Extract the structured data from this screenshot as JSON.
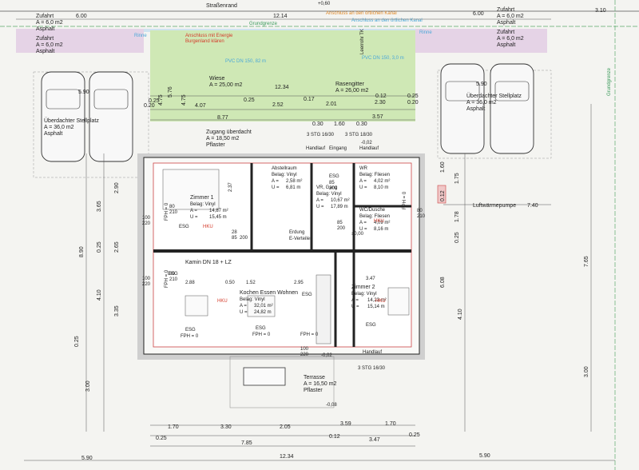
{
  "street": "Straßenrand",
  "street_level": "+0,60",
  "grundgrenze": "Grundgrenze",
  "anschluss_kanal": "Anschluss an den örtlichen Kanal",
  "anschluss_kanal2": "Anschluss an den örtlichen Kanal",
  "anschluss_energie": "Anschluss mit Energie",
  "anschluss_energie2": "Burgenland klären",
  "rinne_left": "Rinne",
  "rinne_right": "Rinne",
  "pvc_left": "PVC DN 150, 82 m",
  "pvc_right": "PVC DN 150, 3,0 m",
  "leerrohr": "Leerrohr TK",
  "zufahrt_tl": {
    "title": "Zufahrt",
    "area": "A = 6,0 m2",
    "mat": "Asphalt"
  },
  "zufahrt_ml": {
    "title": "Zufahrt",
    "area": "A = 6,0 m2",
    "mat": "Asphalt"
  },
  "zufahrt_tr": {
    "title": "Zufahrt",
    "area": "A = 6,0 m2",
    "mat": "Asphalt"
  },
  "zufahrt_mr": {
    "title": "Zufahrt",
    "area": "A = 6,0 m2",
    "mat": "Asphalt"
  },
  "stellplatz_left": {
    "title": "Überdachter Stellplatz",
    "area": "A = 36,0 m2",
    "mat": "Asphalt"
  },
  "stellplatz_right": {
    "title": "Überdachter Stellplatz",
    "area": "A = 36,0 m2",
    "mat": "Asphalt"
  },
  "wiese": {
    "title": "Wiese",
    "area": "A = 25,00 m2"
  },
  "rasengitter": {
    "title": "Rasengitter",
    "area": "A = 26,00 m2"
  },
  "zugang": {
    "title": "Zugang überdacht",
    "area": "A = 18,50 m2",
    "mat": "Pflaster"
  },
  "terrasse": {
    "title": "Terrasse",
    "area": "A = 16,50 m2",
    "mat": "Pflaster"
  },
  "stg_top1": "3 STG 16/30",
  "stg_top2": "3 STG 18/30",
  "stg_bottom": "3 STG 16/30",
  "handlauf_top1": "Handlauf",
  "handlauf_top2": "Handlauf",
  "handlauf_bottom": "Handlauf",
  "eingang": "Eingang",
  "kamin": "Kamin DN 18 + LZ",
  "luftwaermepumpe": "Luftwärmepumpe",
  "erdung": "Erdung",
  "everteiler": "E-Verteiler",
  "level_zero": "±0,00",
  "level_minus": "-0,02",
  "level_minus2": "-0,02",
  "level_terrasse": "-0,08",
  "rooms": {
    "zimmer1": {
      "name": "Zimmer 1",
      "belag": "Belag: Vinyl",
      "a": "A =",
      "a_val": "14,87 m²",
      "u": "U =",
      "u_val": "15,45 m"
    },
    "abstell": {
      "name": "Abstellraum",
      "belag": "Belag: Vinyl",
      "a": "A =",
      "a_val": "2,58 m²",
      "u": "U =",
      "u_val": "6,81 m"
    },
    "gang": {
      "name": "VR, Gang",
      "belag": "Belag: Vinyl",
      "a": "A =",
      "a_val": "10,67 m²",
      "u": "U =",
      "u_val": "17,89 m"
    },
    "wr": {
      "name": "WR",
      "belag": "Belag: Fliesen",
      "a": "A =",
      "a_val": "4,02 m²",
      "u": "U =",
      "u_val": "8,10 m"
    },
    "wc": {
      "name": "WC/Dusche",
      "belag": "Belag: Fliesen",
      "a": "A =",
      "a_val": "4,09 m²",
      "u": "U =",
      "u_val": "8,16 m"
    },
    "kochen": {
      "name": "Kochen Essen Wohnen",
      "belag": "Belag: Vinyl",
      "a": "A =",
      "a_val": "32,01 m²",
      "u": "U =",
      "u_val": "24,82 m"
    },
    "zimmer2": {
      "name": "Zimmer 2",
      "belag": "Belag: Vinyl",
      "a": "A =",
      "a_val": "14,23 m²",
      "u": "U =",
      "u_val": "15,14 m"
    }
  },
  "tags": {
    "esg": "ESG",
    "fph": "FPH = 0",
    "hku": "HKU"
  },
  "dims": {
    "top_6_00_l": "6.00",
    "top_12_14": "12.14",
    "top_6_00_r": "6.00",
    "top_3_10": "3.10",
    "d5_90_l": "5.90",
    "d5_90_r": "5.90",
    "d12_34": "12.34",
    "d5_76": "5.76",
    "d4_75a": "4.75",
    "d4_75b": "4.75",
    "d0_25a": "0.25",
    "d0_25b": "0.25",
    "d0_20a": "0.20",
    "d0_20b": "0.20",
    "d4_07": "4.07",
    "d2_52": "2.52",
    "d0_17": "0.17",
    "d2_01": "2.01",
    "d2_30": "2.30",
    "d0_12a": "0.12",
    "d8_77": "8.77",
    "d3_57": "3.57",
    "d0_30": "0.30",
    "d1_60": "1.60",
    "d0_30b": "0.30",
    "d2_37": "2.37",
    "d2_90": "2.90",
    "d3_65": "3.65",
    "d8_90": "8.90",
    "d0_25c": "0.25",
    "d2_65": "2.65",
    "d4_10": "4.10",
    "d3_35": "3.35",
    "d0_25d": "0.25",
    "d3_00_l": "3.00",
    "d1_60_r": "1.60",
    "d1_75": "1.75",
    "d0_12_r": "0.12",
    "d1_78": "1.78",
    "d0_25_r": "0.25",
    "d6_08": "6.08",
    "d7_65": "7.65",
    "d4_10_r": "4.10",
    "d3_00_r": "3.00",
    "d7_40": "7.40",
    "d2_88": "2.88",
    "d0_50": "0.50",
    "d1_52": "1.52",
    "d2_95": "2.95",
    "d3_47": "3.47",
    "d1_70": "1.70",
    "d3_30": "3.30",
    "d2_05": "2.05",
    "d3_59": "3.59",
    "d1_70_r": "1.70",
    "d0_25_b": "0.25",
    "d7_85": "7.85",
    "d0_12_b": "0.12",
    "d3_47_b": "3.47",
    "d0_25_b2": "0.25",
    "d5_90_b": "5.90",
    "d12_34_b": "12.34",
    "d5_90_br": "5.90",
    "door_100_220": "100",
    "door_220": "220",
    "door_80": "80",
    "door_210": "210",
    "door_200": "200",
    "door_85": "85",
    "door_28": "28"
  }
}
